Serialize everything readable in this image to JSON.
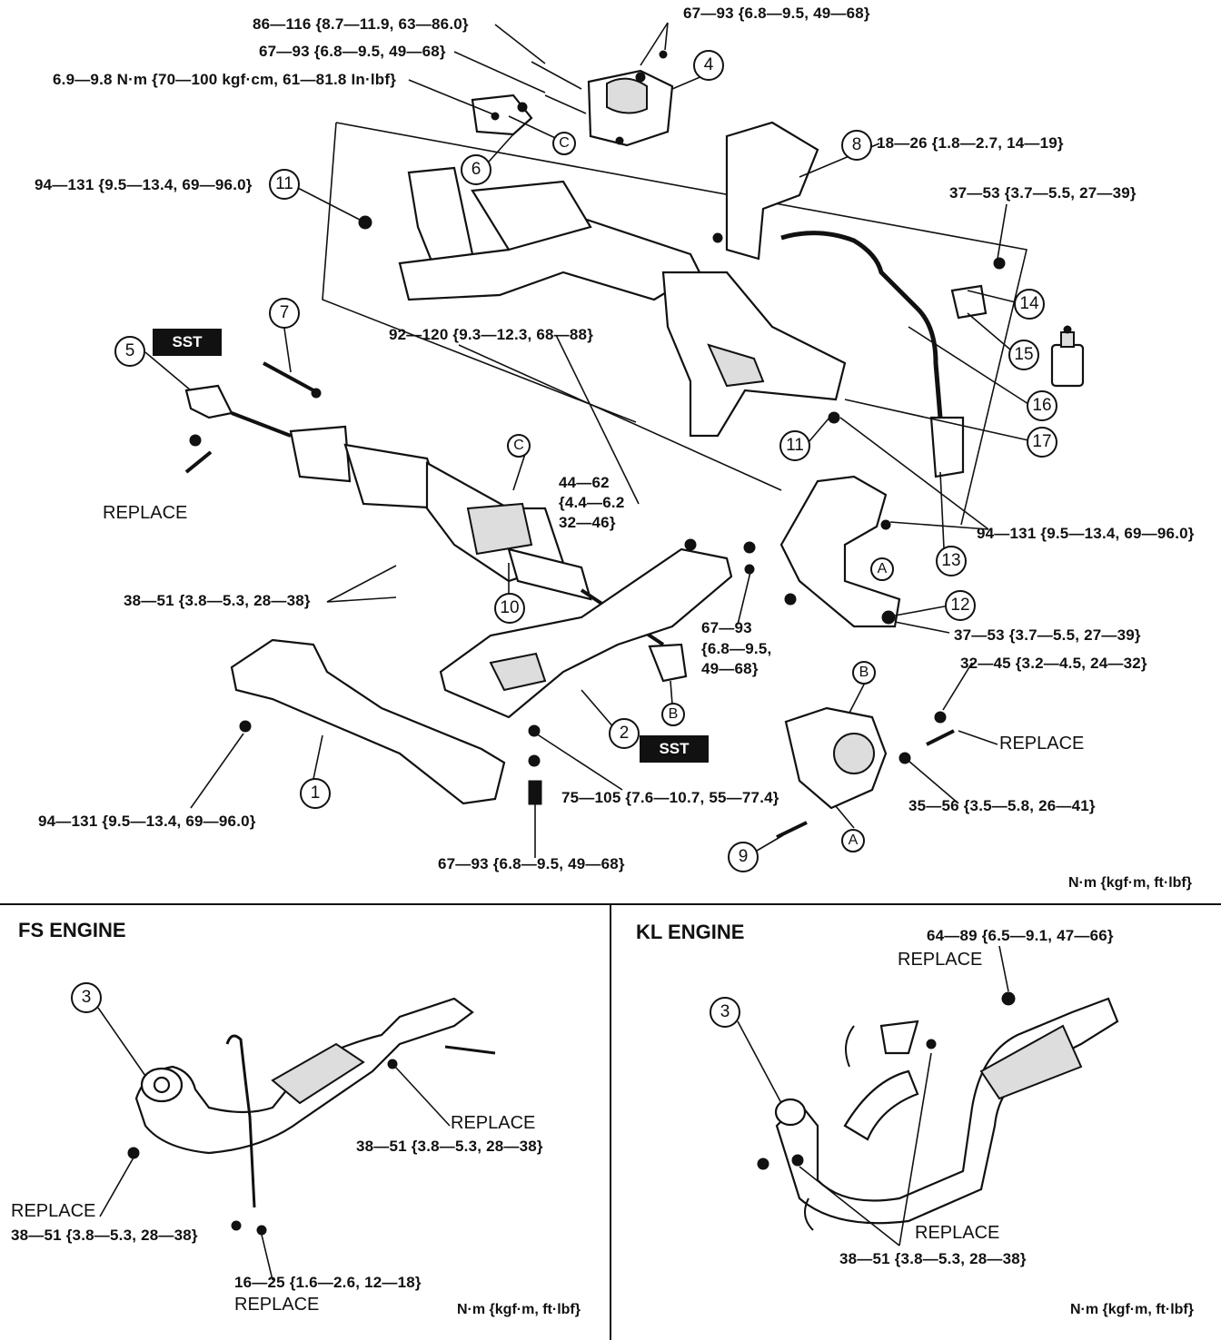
{
  "torque_labels": {
    "t1": "86—116 {8.7—11.9, 63—86.0}",
    "t2": "67—93 {6.8—9.5, 49—68}",
    "t3": "67—93 {6.8—9.5, 49—68}",
    "t4": "6.9—9.8 N·m {70—100 kgf·cm, 61—81.8 In·lbf}",
    "t5": "18—26 {1.8—2.7, 14—19}",
    "t6": "94—131 {9.5—13.4, 69—96.0}",
    "t7": "37—53 {3.7—5.5, 27—39}",
    "t8": "92—120 {9.3—12.3, 68—88}",
    "t9a": "44—62",
    "t9b": "{4.4—6.2",
    "t9c": "32—46}",
    "t10": "94—131 {9.5—13.4, 69—96.0}",
    "t11": "38—51 {3.8—5.3, 28—38}",
    "t12a": "67—93",
    "t12b": "{6.8—9.5,",
    "t12c": "49—68}",
    "t13": "37—53 {3.7—5.5, 27—39}",
    "t14": "32—45 {3.2—4.5, 24—32}",
    "t15": "35—56 {3.5—5.8, 26—41}",
    "t16": "75—105 {7.6—10.7, 55—77.4}",
    "t17": "94—131 {9.5—13.4, 69—96.0}",
    "t18": "67—93 {6.8—9.5, 49—68}",
    "fs1": "38—51 {3.8—5.3, 28—38}",
    "fs2": "38—51 {3.8—5.3, 28—38}",
    "fs3": "16—25 {1.6—2.6, 12—18}",
    "kl1": "64—89 {6.5—9.1, 47—66}",
    "kl2": "38—51 {3.8—5.3, 28—38}"
  },
  "replace_text": "REPLACE",
  "sst_text": "SST",
  "units_text": "N·m {kgf·m, ft·lbf}",
  "sections": {
    "fs": "FS ENGINE",
    "kl": "KL ENGINE"
  },
  "numbers": [
    "1",
    "2",
    "3",
    "4",
    "5",
    "6",
    "7",
    "8",
    "9",
    "10",
    "11",
    "12",
    "13",
    "14",
    "15",
    "16",
    "17"
  ],
  "letters": {
    "a": "A",
    "b": "B",
    "c": "C"
  }
}
